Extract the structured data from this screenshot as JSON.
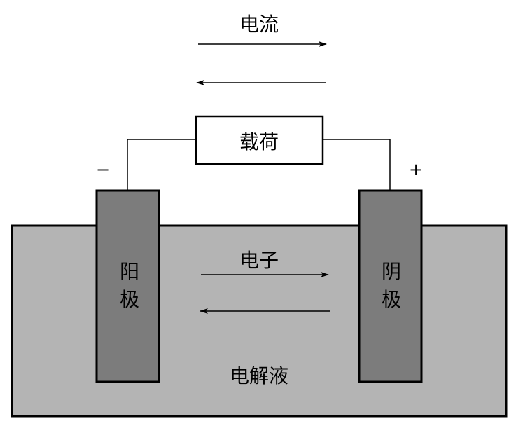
{
  "labels": {
    "current": "电流",
    "load": "载荷",
    "negative": "−",
    "positive": "+",
    "electron": "电子",
    "anode_line1": "阳",
    "anode_line2": "极",
    "cathode_line1": "阴",
    "cathode_line2": "极",
    "electrolyte": "电解液"
  },
  "colors": {
    "electrolyte": "#b4b4b4",
    "electrode": "#7c7c7c",
    "line": "#000000",
    "background": "#ffffff"
  }
}
